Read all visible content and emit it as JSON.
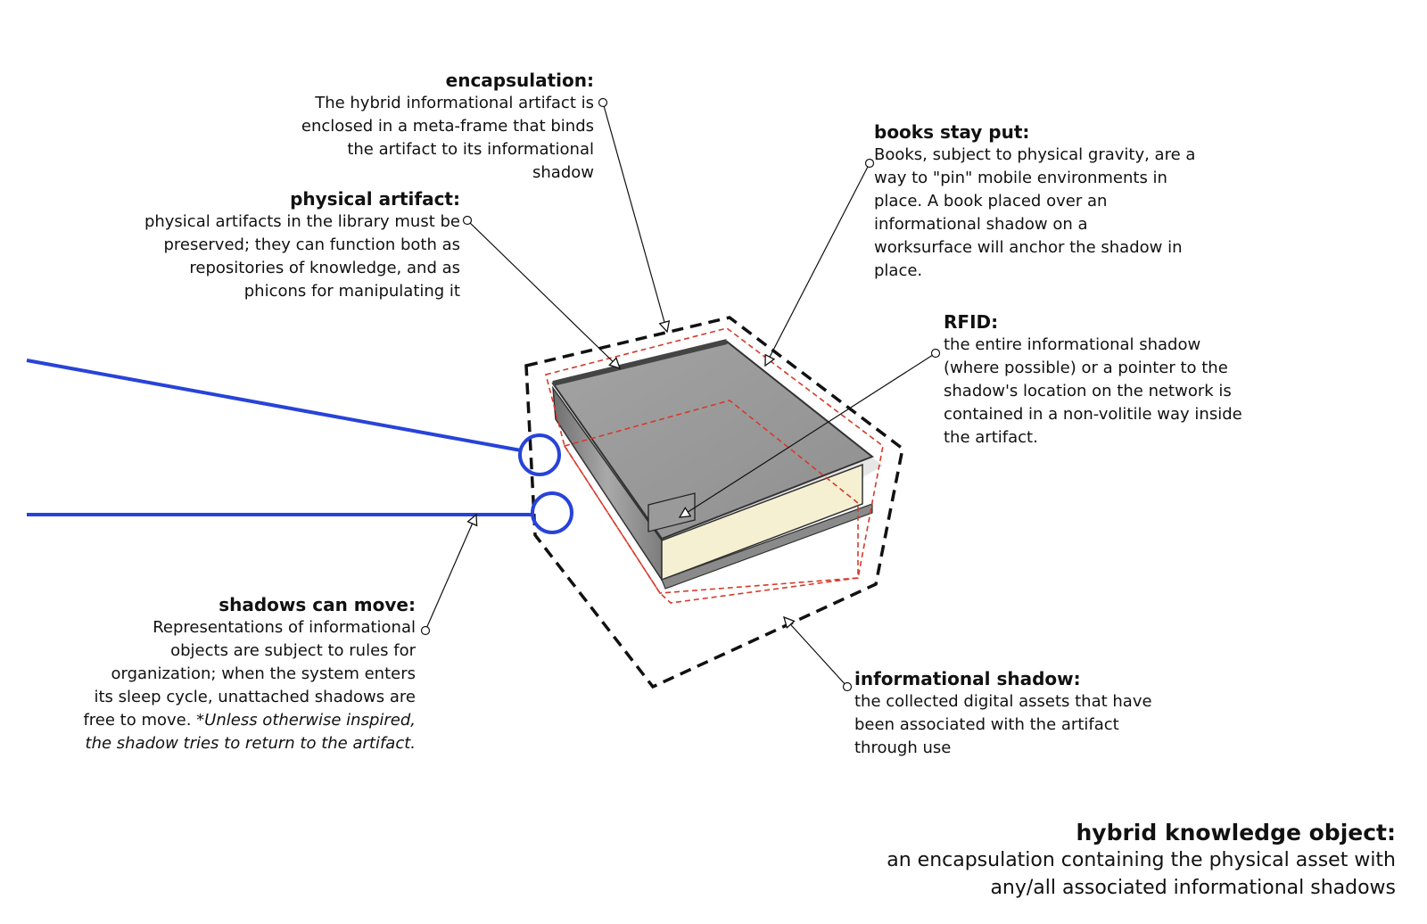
{
  "annotations": {
    "encapsulation": {
      "title": "encapsulation:",
      "lines": [
        "The hybrid informational  artifact is",
        "enclosed in a meta-frame that binds",
        "the artifact to  its informational",
        "shadow"
      ]
    },
    "physical_artifact": {
      "title": "physical artifact:",
      "lines": [
        "physical artifacts in the library must be",
        "preserved; they can function both as",
        "repositories of knowledge, and as",
        "phicons for manipulating it"
      ]
    },
    "books_stay_put": {
      "title": "books stay put:",
      "lines": [
        "Books, subject to physical gravity, are a",
        "way to \"pin\" mobile environments in",
        "place. A book placed over an",
        "informational shadow on a",
        "worksurface will anchor the shadow in",
        "place."
      ]
    },
    "rfid": {
      "title": "RFID:",
      "lines": [
        "the entire informational shadow",
        "(where possible) or a pointer to the",
        "shadow's location on the network is",
        "contained in a non-volitile way inside",
        "the artifact."
      ]
    },
    "shadows_can_move": {
      "title": "shadows can move:",
      "lines": [
        "Representations of informational",
        "objects are subject to rules for",
        "organization; when the system enters",
        "its sleep cycle, unattached shadows are"
      ],
      "last_line_plain": "free to move. ",
      "last_line_italic": "*Unless otherwise inspired,",
      "italic_line": "the shadow tries to return to the artifact."
    },
    "informational_shadow": {
      "title": "informational shadow:",
      "lines": [
        "the collected digital assets that have",
        "been associated with the artifact",
        "through use"
      ]
    },
    "hybrid_knowledge_object": {
      "title": "hybrid knowledge object:",
      "lines": [
        "an encapsulation containing the physical asset with",
        "any/all associated informational shadows"
      ]
    }
  },
  "colors": {
    "book_cover": "#9a9a9a",
    "book_pages": "#f5f0d2",
    "encapsulation_frame": "#111111",
    "shadow_boundary": "#d63a2a",
    "shadow_links": "#2743d8"
  }
}
